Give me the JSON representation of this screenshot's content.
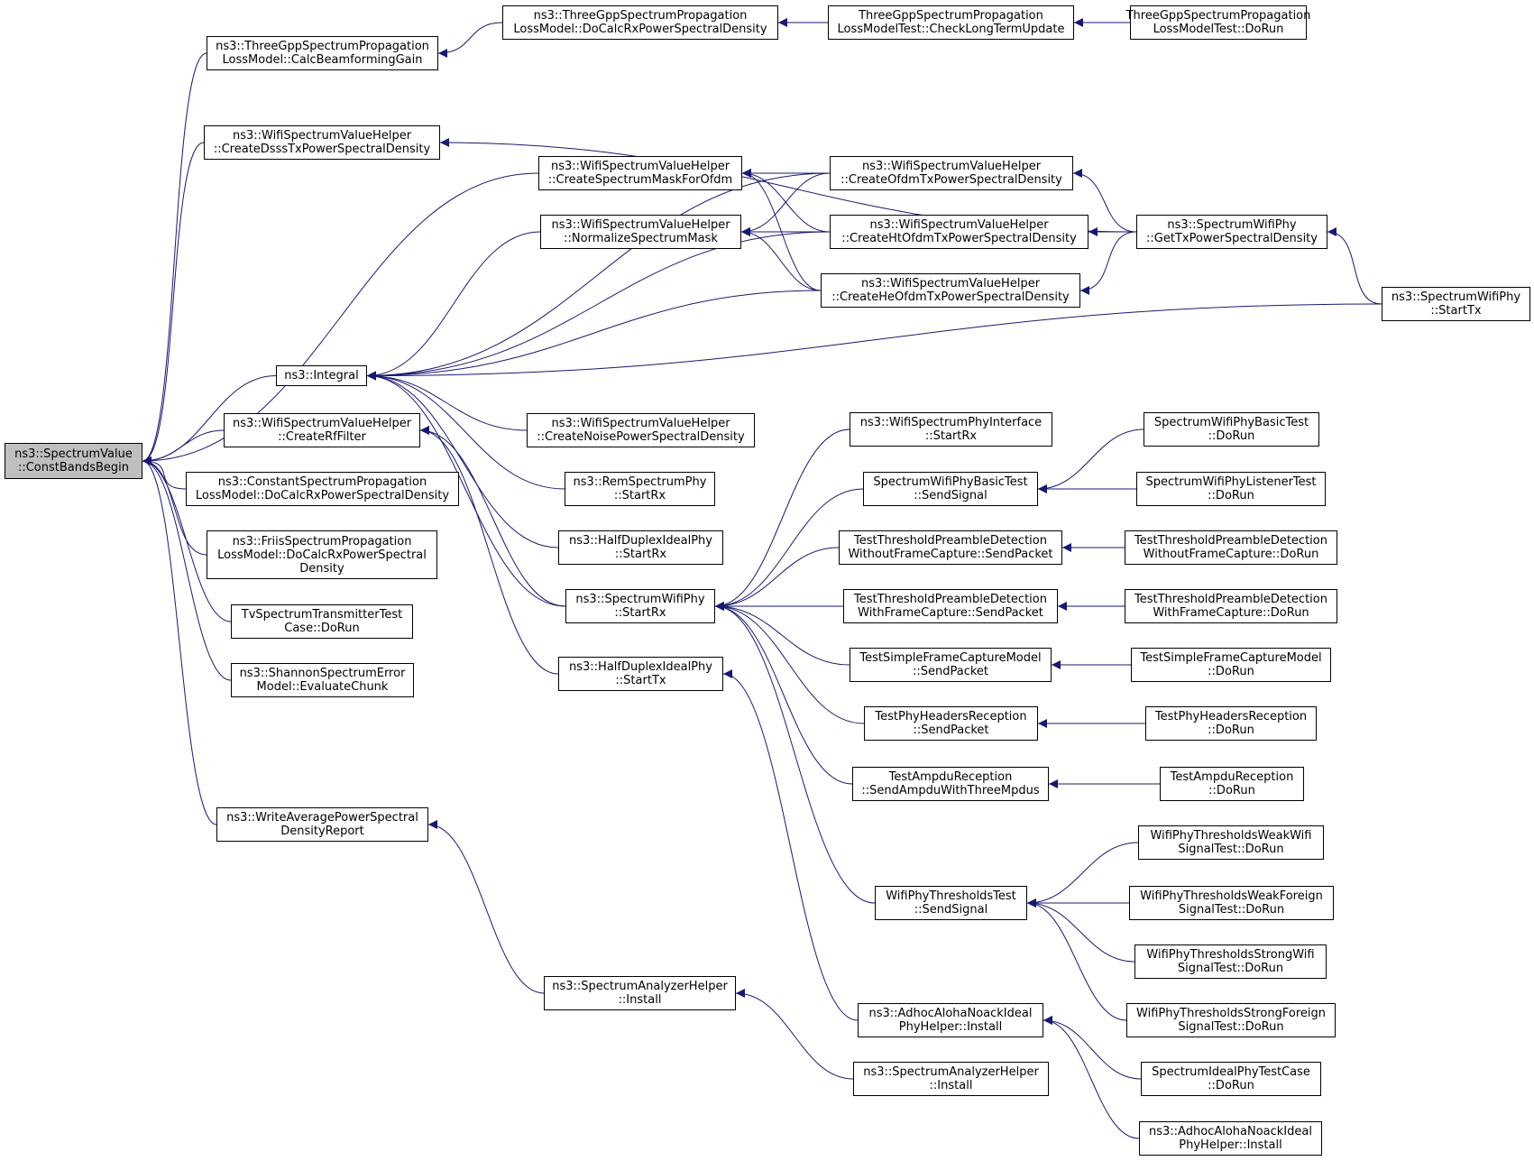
{
  "colors": {
    "edge": "#191970",
    "node_border": "#000000",
    "root_fill": "#bfbfbf",
    "node_fill": "#ffffff"
  },
  "nodes": [
    {
      "id": "root",
      "lines": [
        "ns3::SpectrumValue",
        "::ConstBandsBegin"
      ]
    },
    {
      "id": "tgpp_calcbf",
      "lines": [
        "ns3::ThreeGppSpectrumPropagation",
        "LossModel::CalcBeamformingGain"
      ]
    },
    {
      "id": "tgpp_docalc",
      "lines": [
        "ns3::ThreeGppSpectrumPropagation",
        "LossModel::DoCalcRxPowerSpectralDensity"
      ]
    },
    {
      "id": "tgpp_test_check",
      "lines": [
        "ThreeGppSpectrumPropagation",
        "LossModelTest::CheckLongTermUpdate"
      ]
    },
    {
      "id": "tgpp_test_dorun",
      "lines": [
        "ThreeGppSpectrumPropagation",
        "LossModelTest::DoRun"
      ]
    },
    {
      "id": "wsvh_dsss",
      "lines": [
        "ns3::WifiSpectrumValueHelper",
        "::CreateDsssTxPowerSpectralDensity"
      ]
    },
    {
      "id": "wsvh_mask",
      "lines": [
        "ns3::WifiSpectrumValueHelper",
        "::CreateSpectrumMaskForOfdm"
      ]
    },
    {
      "id": "wsvh_ofdm",
      "lines": [
        "ns3::WifiSpectrumValueHelper",
        "::CreateOfdmTxPowerSpectralDensity"
      ]
    },
    {
      "id": "wsvh_norm",
      "lines": [
        "ns3::WifiSpectrumValueHelper",
        "::NormalizeSpectrumMask"
      ]
    },
    {
      "id": "wsvh_ht",
      "lines": [
        "ns3::WifiSpectrumValueHelper",
        "::CreateHtOfdmTxPowerSpectralDensity"
      ]
    },
    {
      "id": "swp_gettx",
      "lines": [
        "ns3::SpectrumWifiPhy",
        "::GetTxPowerSpectralDensity"
      ]
    },
    {
      "id": "wsvh_he",
      "lines": [
        "ns3::WifiSpectrumValueHelper",
        "::CreateHeOfdmTxPowerSpectralDensity"
      ]
    },
    {
      "id": "swp_starttx",
      "lines": [
        "ns3::SpectrumWifiPhy",
        "::StartTx"
      ]
    },
    {
      "id": "integral",
      "lines": [
        "ns3::Integral"
      ]
    },
    {
      "id": "wsvh_rf",
      "lines": [
        "ns3::WifiSpectrumValueHelper",
        "::CreateRfFilter"
      ]
    },
    {
      "id": "wsvh_noise",
      "lines": [
        "ns3::WifiSpectrumValueHelper",
        "::CreateNoisePowerSpectralDensity"
      ]
    },
    {
      "id": "const_docalc",
      "lines": [
        "ns3::ConstantSpectrumPropagation",
        "LossModel::DoCalcRxPowerSpectralDensity"
      ]
    },
    {
      "id": "friis_docalc",
      "lines": [
        "ns3::FriisSpectrumPropagation",
        "LossModel::DoCalcRxPowerSpectral",
        "Density"
      ]
    },
    {
      "id": "tv_dorun",
      "lines": [
        "TvSpectrumTransmitterTest",
        "Case::DoRun"
      ]
    },
    {
      "id": "shannon",
      "lines": [
        "ns3::ShannonSpectrumError",
        "Model::EvaluateChunk"
      ]
    },
    {
      "id": "rem_startrx",
      "lines": [
        "ns3::RemSpectrumPhy",
        "::StartRx"
      ]
    },
    {
      "id": "hdip_startrx",
      "lines": [
        "ns3::HalfDuplexIdealPhy",
        "::StartRx"
      ]
    },
    {
      "id": "swp_startrx",
      "lines": [
        "ns3::SpectrumWifiPhy",
        "::StartRx"
      ]
    },
    {
      "id": "hdip_starttx",
      "lines": [
        "ns3::HalfDuplexIdealPhy",
        "::StartTx"
      ]
    },
    {
      "id": "wspi_startrx",
      "lines": [
        "ns3::WifiSpectrumPhyInterface",
        "::StartRx"
      ]
    },
    {
      "id": "swpbt_send",
      "lines": [
        "SpectrumWifiPhyBasicTest",
        "::SendSignal"
      ]
    },
    {
      "id": "swpbt_dorun",
      "lines": [
        "SpectrumWifiPhyBasicTest",
        "::DoRun"
      ]
    },
    {
      "id": "swplt_dorun",
      "lines": [
        "SpectrumWifiPhyListenerTest",
        "::DoRun"
      ]
    },
    {
      "id": "ttpd_wo_send",
      "lines": [
        "TestThresholdPreambleDetection",
        "WithoutFrameCapture::SendPacket"
      ]
    },
    {
      "id": "ttpd_wo_dorun",
      "lines": [
        "TestThresholdPreambleDetection",
        "WithoutFrameCapture::DoRun"
      ]
    },
    {
      "id": "ttpd_w_send",
      "lines": [
        "TestThresholdPreambleDetection",
        "WithFrameCapture::SendPacket"
      ]
    },
    {
      "id": "ttpd_w_dorun",
      "lines": [
        "TestThresholdPreambleDetection",
        "WithFrameCapture::DoRun"
      ]
    },
    {
      "id": "tsfc_send",
      "lines": [
        "TestSimpleFrameCaptureModel",
        "::SendPacket"
      ]
    },
    {
      "id": "tsfc_dorun",
      "lines": [
        "TestSimpleFrameCaptureModel",
        "::DoRun"
      ]
    },
    {
      "id": "tphr_send",
      "lines": [
        "TestPhyHeadersReception",
        "::SendPacket"
      ]
    },
    {
      "id": "tphr_dorun",
      "lines": [
        "TestPhyHeadersReception",
        "::DoRun"
      ]
    },
    {
      "id": "tar_send",
      "lines": [
        "TestAmpduReception",
        "::SendAmpduWithThreeMpdus"
      ]
    },
    {
      "id": "tar_dorun",
      "lines": [
        "TestAmpduReception",
        "::DoRun"
      ]
    },
    {
      "id": "wapdr",
      "lines": [
        "ns3::WriteAveragePowerSpectral",
        "DensityReport"
      ]
    },
    {
      "id": "wptt_send",
      "lines": [
        "WifiPhyThresholdsTest",
        "::SendSignal"
      ]
    },
    {
      "id": "wpt_weakwifi",
      "lines": [
        "WifiPhyThresholdsWeakWifi",
        "SignalTest::DoRun"
      ]
    },
    {
      "id": "wpt_weakforeign",
      "lines": [
        "WifiPhyThresholdsWeakForeign",
        "SignalTest::DoRun"
      ]
    },
    {
      "id": "wpt_strongwifi",
      "lines": [
        "WifiPhyThresholdsStrongWifi",
        "SignalTest::DoRun"
      ]
    },
    {
      "id": "wpt_strongforeign",
      "lines": [
        "WifiPhyThresholdsStrongForeign",
        "SignalTest::DoRun"
      ]
    },
    {
      "id": "sah_install1",
      "lines": [
        "ns3::SpectrumAnalyzerHelper",
        "::Install"
      ]
    },
    {
      "id": "aanip_install1",
      "lines": [
        "ns3::AdhocAlohaNoackIdeal",
        "PhyHelper::Install"
      ]
    },
    {
      "id": "sah_install2",
      "lines": [
        "ns3::SpectrumAnalyzerHelper",
        "::Install"
      ]
    },
    {
      "id": "sipt_dorun",
      "lines": [
        "SpectrumIdealPhyTestCase",
        "::DoRun"
      ]
    },
    {
      "id": "aanip_install2",
      "lines": [
        "ns3::AdhocAlohaNoackIdeal",
        "PhyHelper::Install"
      ]
    }
  ],
  "edges": [
    {
      "from": "tgpp_calcbf",
      "to": "root"
    },
    {
      "from": "wsvh_dsss",
      "to": "root"
    },
    {
      "from": "wsvh_mask",
      "to": "root"
    },
    {
      "from": "integral",
      "to": "root"
    },
    {
      "from": "wsvh_rf",
      "to": "root"
    },
    {
      "from": "const_docalc",
      "to": "root"
    },
    {
      "from": "friis_docalc",
      "to": "root"
    },
    {
      "from": "tv_dorun",
      "to": "root"
    },
    {
      "from": "shannon",
      "to": "root"
    },
    {
      "from": "wapdr",
      "to": "root"
    },
    {
      "from": "tgpp_docalc",
      "to": "tgpp_calcbf"
    },
    {
      "from": "tgpp_test_check",
      "to": "tgpp_docalc"
    },
    {
      "from": "tgpp_test_dorun",
      "to": "tgpp_test_check"
    },
    {
      "from": "swp_gettx",
      "to": "wsvh_dsss"
    },
    {
      "from": "wsvh_ofdm",
      "to": "wsvh_mask"
    },
    {
      "from": "wsvh_ht",
      "to": "wsvh_mask"
    },
    {
      "from": "wsvh_he",
      "to": "wsvh_mask"
    },
    {
      "from": "wsvh_ofdm",
      "to": "wsvh_norm"
    },
    {
      "from": "wsvh_ht",
      "to": "wsvh_norm"
    },
    {
      "from": "wsvh_he",
      "to": "wsvh_norm"
    },
    {
      "from": "swp_gettx",
      "to": "wsvh_ofdm"
    },
    {
      "from": "swp_gettx",
      "to": "wsvh_ht"
    },
    {
      "from": "swp_gettx",
      "to": "wsvh_he"
    },
    {
      "from": "swp_starttx",
      "to": "swp_gettx"
    },
    {
      "from": "wsvh_norm",
      "to": "integral"
    },
    {
      "from": "wsvh_ofdm",
      "to": "integral"
    },
    {
      "from": "wsvh_ht",
      "to": "integral"
    },
    {
      "from": "wsvh_he",
      "to": "integral"
    },
    {
      "from": "swp_starttx",
      "to": "integral"
    },
    {
      "from": "wsvh_noise",
      "to": "integral"
    },
    {
      "from": "rem_startrx",
      "to": "integral"
    },
    {
      "from": "hdip_startrx",
      "to": "integral"
    },
    {
      "from": "swp_startrx",
      "to": "integral"
    },
    {
      "from": "hdip_starttx",
      "to": "wsvh_rf"
    },
    {
      "from": "swp_startrx",
      "to": "wsvh_rf"
    },
    {
      "from": "wspi_startrx",
      "to": "swp_startrx"
    },
    {
      "from": "swpbt_send",
      "to": "swp_startrx"
    },
    {
      "from": "ttpd_wo_send",
      "to": "swp_startrx"
    },
    {
      "from": "ttpd_w_send",
      "to": "swp_startrx"
    },
    {
      "from": "tsfc_send",
      "to": "swp_startrx"
    },
    {
      "from": "tphr_send",
      "to": "swp_startrx"
    },
    {
      "from": "tar_send",
      "to": "swp_startrx"
    },
    {
      "from": "wptt_send",
      "to": "swp_startrx"
    },
    {
      "from": "swpbt_dorun",
      "to": "swpbt_send"
    },
    {
      "from": "swplt_dorun",
      "to": "swpbt_send"
    },
    {
      "from": "ttpd_wo_dorun",
      "to": "ttpd_wo_send"
    },
    {
      "from": "ttpd_w_dorun",
      "to": "ttpd_w_send"
    },
    {
      "from": "tsfc_dorun",
      "to": "tsfc_send"
    },
    {
      "from": "tphr_dorun",
      "to": "tphr_send"
    },
    {
      "from": "tar_dorun",
      "to": "tar_send"
    },
    {
      "from": "wpt_weakwifi",
      "to": "wptt_send"
    },
    {
      "from": "wpt_weakforeign",
      "to": "wptt_send"
    },
    {
      "from": "wpt_strongwifi",
      "to": "wptt_send"
    },
    {
      "from": "wpt_strongforeign",
      "to": "wptt_send"
    },
    {
      "from": "aanip_install1",
      "to": "hdip_starttx"
    },
    {
      "from": "sah_install1",
      "to": "wapdr"
    },
    {
      "from": "sah_install2",
      "to": "sah_install1"
    },
    {
      "from": "sipt_dorun",
      "to": "aanip_install1"
    },
    {
      "from": "aanip_install2",
      "to": "aanip_install1"
    }
  ]
}
